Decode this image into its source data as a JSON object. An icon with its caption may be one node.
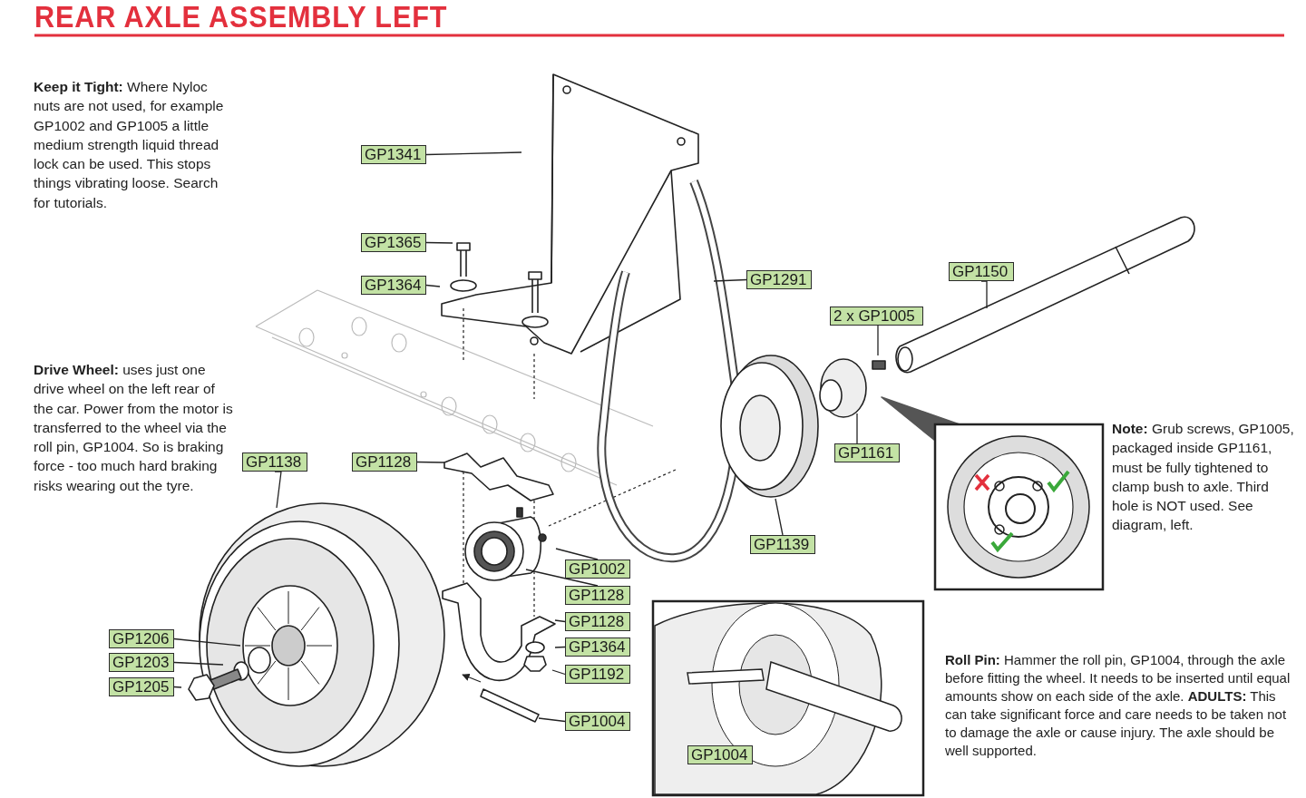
{
  "diagram": {
    "title": "REAR AXLE ASSEMBLY LEFT",
    "nodes": [
      {
        "text": [
          "GP1341"
        ]
      },
      {
        "text": [
          "GP1365"
        ]
      },
      {
        "text": [
          "GP1364"
        ]
      },
      {
        "text": [
          "GP1291"
        ]
      },
      {
        "text": [
          "GP1150"
        ]
      },
      {
        "text": [
          "2 x GP1005"
        ]
      },
      {
        "text": [
          "GP1161"
        ]
      },
      {
        "text": [
          "GP1139"
        ]
      },
      {
        "text": [
          "GP1138"
        ]
      },
      {
        "text": [
          "GP1128"
        ]
      },
      {
        "text": [
          "GP1002"
        ]
      },
      {
        "text": [
          "GP1128"
        ]
      },
      {
        "text": [
          "GP1128"
        ]
      },
      {
        "text": [
          "GP1364"
        ]
      },
      {
        "text": [
          "GP1192"
        ]
      },
      {
        "text": [
          "GP1004"
        ]
      },
      {
        "text": [
          "GP1206"
        ]
      },
      {
        "text": [
          "GP1203"
        ]
      },
      {
        "text": [
          "GP1205"
        ]
      },
      {
        "text": [
          "GP1004"
        ]
      }
    ],
    "edges": [
      {
        "from": 0,
        "to": null,
        "arrow": "none"
      },
      {
        "from": 1,
        "to": null,
        "arrow": "none"
      },
      {
        "from": 2,
        "to": null,
        "arrow": "none"
      },
      {
        "from": 3,
        "to": null,
        "arrow": "none"
      },
      {
        "from": 4,
        "to": null,
        "arrow": "none"
      },
      {
        "from": 5,
        "to": null,
        "arrow": "none"
      },
      {
        "from": 6,
        "to": null,
        "arrow": "none"
      },
      {
        "from": 7,
        "to": null,
        "arrow": "none"
      },
      {
        "from": 8,
        "to": null,
        "arrow": "none"
      },
      {
        "from": 9,
        "to": null,
        "arrow": "none"
      },
      {
        "from": 10,
        "to": null,
        "arrow": "none"
      },
      {
        "from": 11,
        "to": null,
        "arrow": "none"
      },
      {
        "from": 12,
        "to": null,
        "arrow": "none"
      },
      {
        "from": 13,
        "to": null,
        "arrow": "none"
      },
      {
        "from": 14,
        "to": null,
        "arrow": "none"
      },
      {
        "from": 15,
        "to": null,
        "arrow": "none"
      },
      {
        "from": 16,
        "to": null,
        "arrow": "none"
      },
      {
        "from": 17,
        "to": null,
        "arrow": "none"
      },
      {
        "from": 18,
        "to": null,
        "arrow": "none"
      }
    ],
    "labels": [
      "**Keep it Tight:** Where Nyloc nuts are not used, for example GP1002 and GP1005 a little medium strength liquid thread lock can be used. This stops things vibrating loose. Search for tutorials.",
      "**Drive Wheel:** uses just one drive wheel on the left rear of the car. Power from the motor is transferred to the wheel via the roll pin, GP1004. So is braking force - too much hard braking risks wearing out the tyre.",
      "**Note:** Grub screws, GP1005, packaged inside GP1161, must be fully tightened to clamp bush to axle. Third hole is NOT used. See diagram, left.",
      "**Roll Pin:** Hammer the roll pin, GP1004, through the axle before fitting the wheel. It needs to be inserted until equal amounts show on each side of the axle. **ADULTS:** This can take significant force and care needs to be taken not to damage the axle or cause injury. The axle should be well supported."
    ]
  }
}
